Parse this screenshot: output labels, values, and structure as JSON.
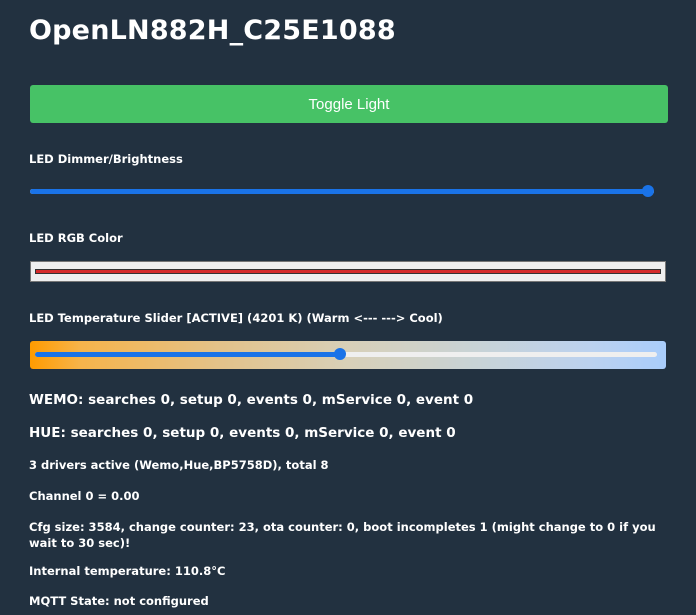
{
  "header": {
    "title": "OpenLN882H_C25E1088"
  },
  "controls": {
    "toggle_label": "Toggle Light",
    "dimmer": {
      "label": "LED Dimmer/Brightness",
      "value_percent": 100
    },
    "rgb": {
      "label": "LED RGB Color",
      "color": "#d52b2b"
    },
    "temperature": {
      "label": "LED Temperature Slider [ACTIVE] (4201 K) (Warm <--- ---> Cool)",
      "value_percent": 49
    }
  },
  "status": {
    "wemo": "WEMO: searches 0, setup 0, events 0, mService 0, event 0",
    "hue": "HUE: searches 0, setup 0, events 0, mService 0, event 0",
    "drivers": "3 drivers active (Wemo,Hue,BP5758D), total 8",
    "channel": "Channel 0 = 0.00",
    "cfg": "Cfg size: 3584, change counter: 23, ota counter: 0, boot incompletes 1 (might change to 0 if you wait to 30 sec)!",
    "temperature": "Internal temperature: 110.8°C",
    "mqtt": "MQTT State: not configured"
  },
  "colors": {
    "background": "#223140",
    "button": "#47c266",
    "slider_accent": "#1a73e8"
  }
}
